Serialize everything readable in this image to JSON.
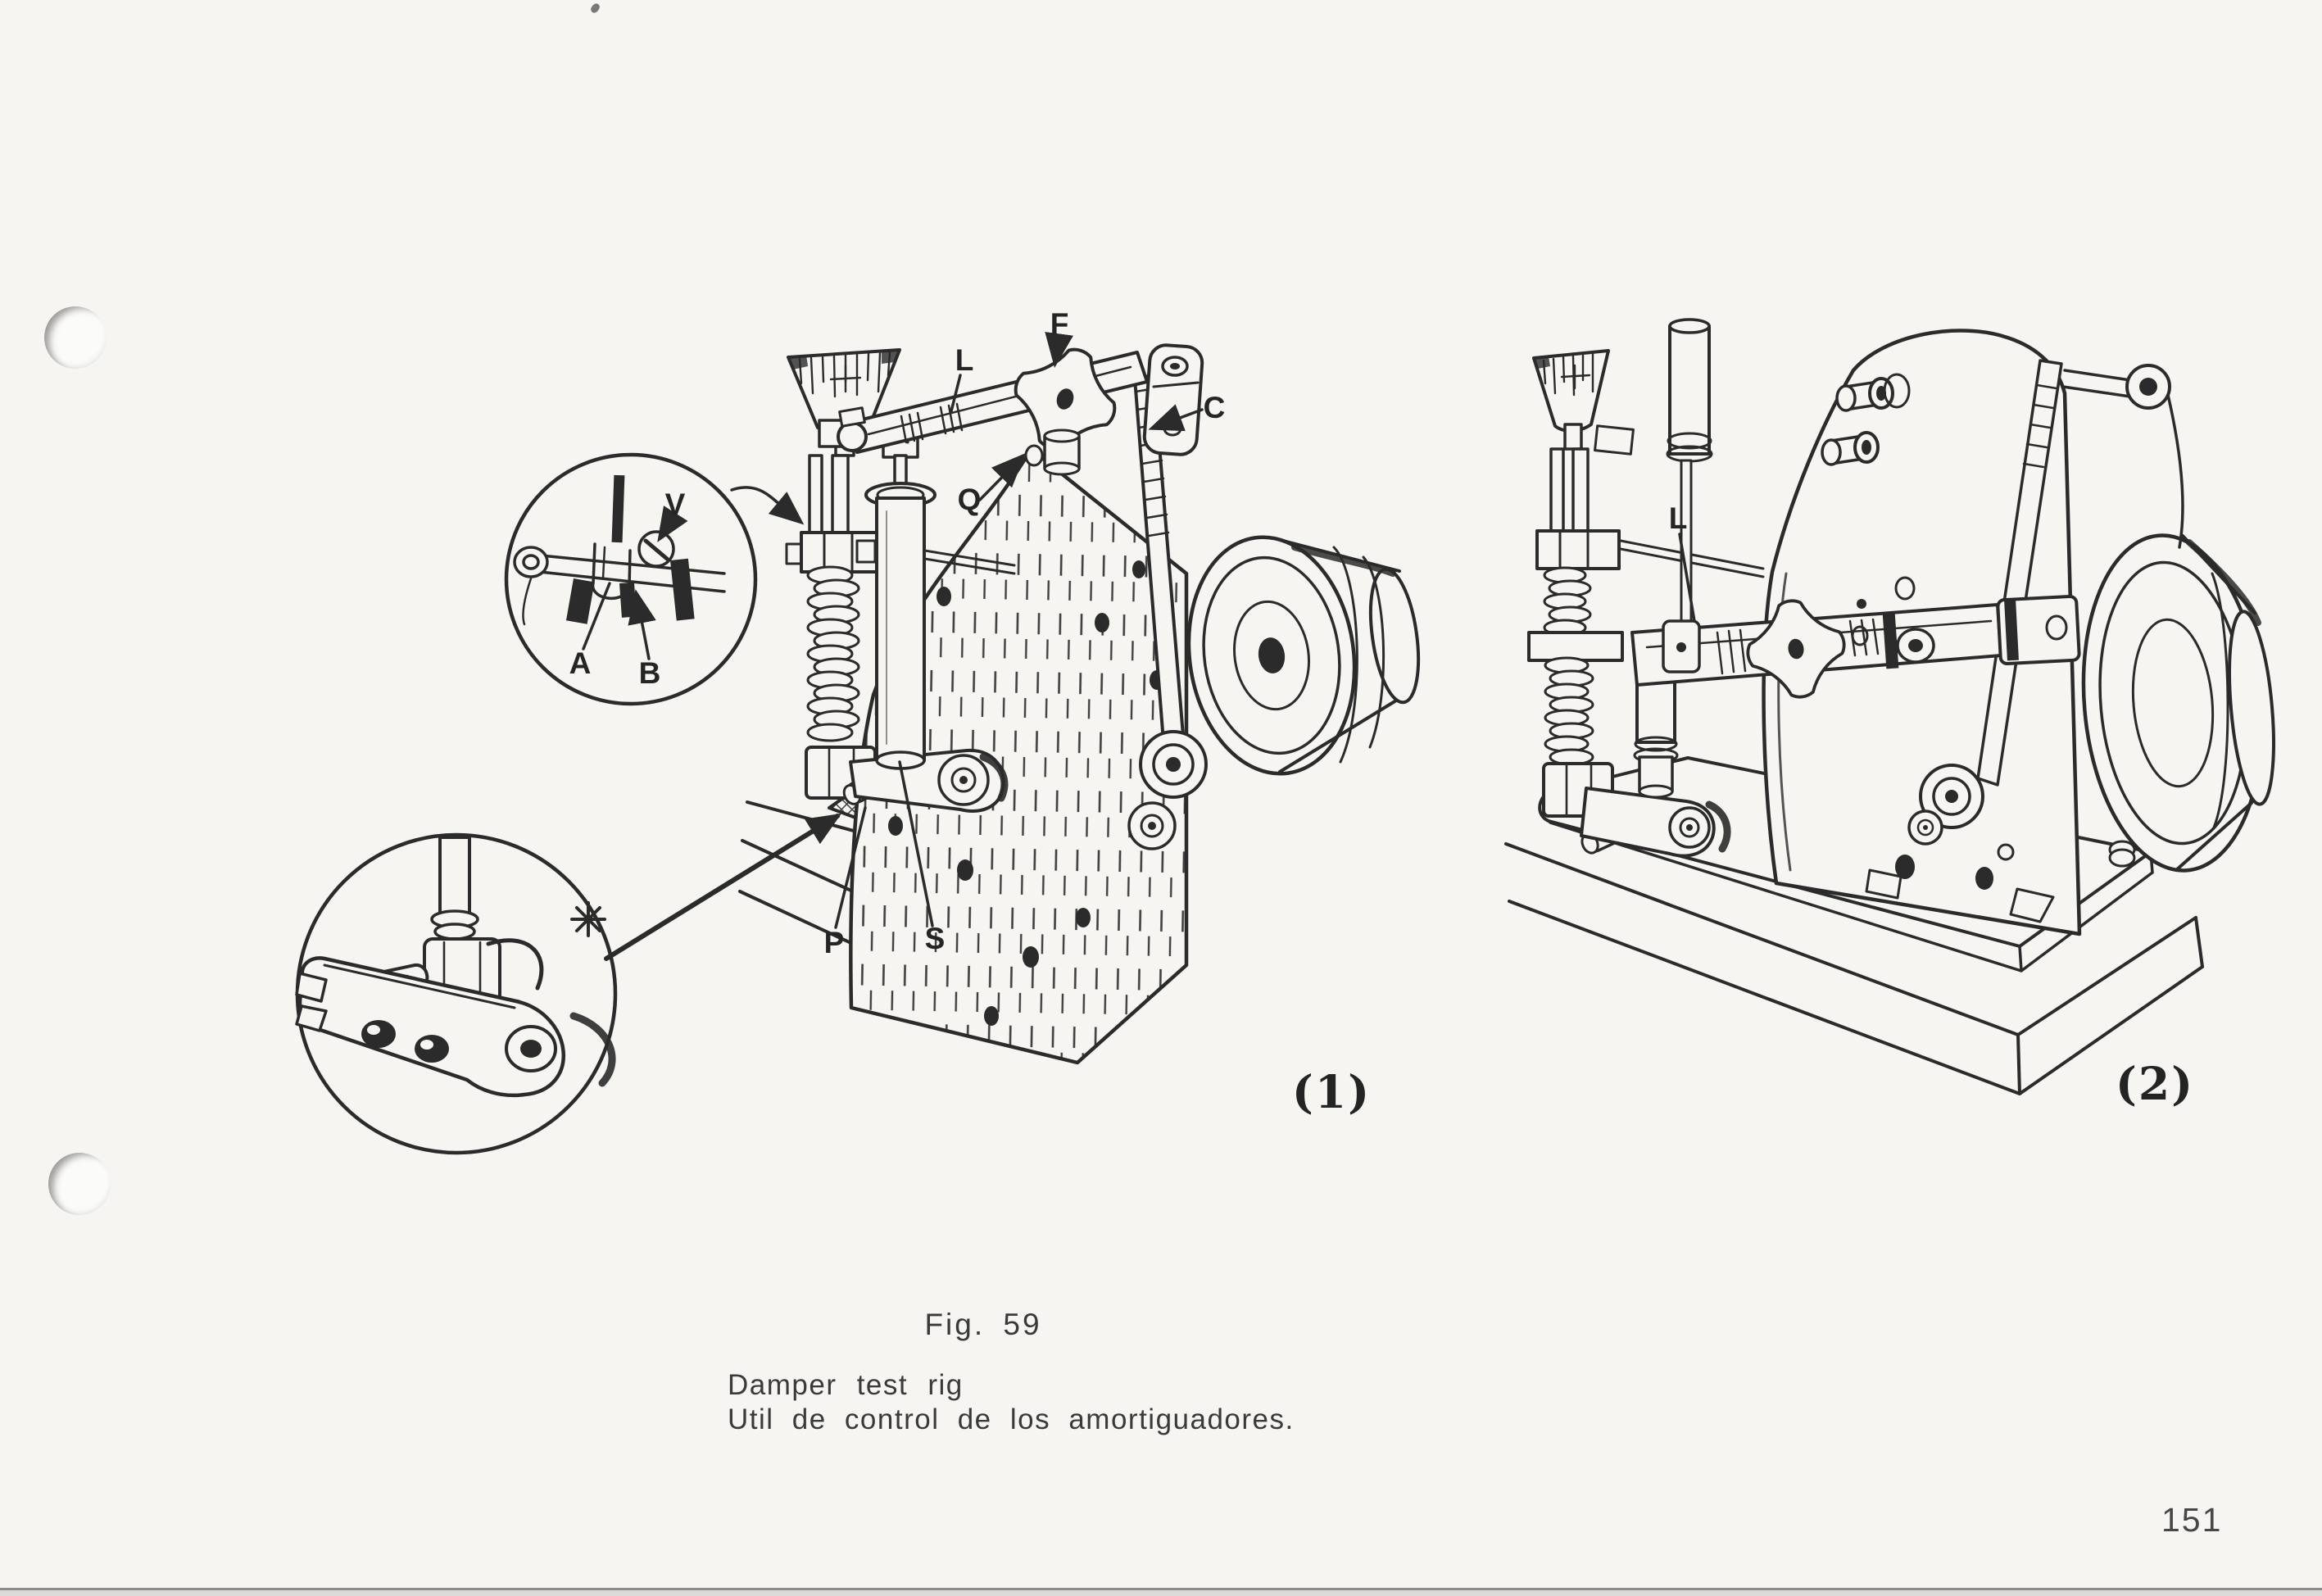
{
  "page": {
    "number": "151",
    "paper_color": "#f6f5f2",
    "ink_color": "#2b2b2b"
  },
  "figure": {
    "label": "Fig. 59",
    "caption_en": "Damper test rig",
    "caption_es": "Util de control de los amortiguadores.",
    "panel1": {
      "label": "(1)",
      "callouts": {
        "F": "F",
        "L": "L",
        "C": "C",
        "Q": "Q",
        "V": "V",
        "A": "A",
        "B": "B",
        "P": "P",
        "S": "S"
      },
      "detail_marker_icon": "eight-ray-asterisk"
    },
    "panel2": {
      "label": "(2)",
      "callouts": {
        "L": "L"
      }
    }
  }
}
